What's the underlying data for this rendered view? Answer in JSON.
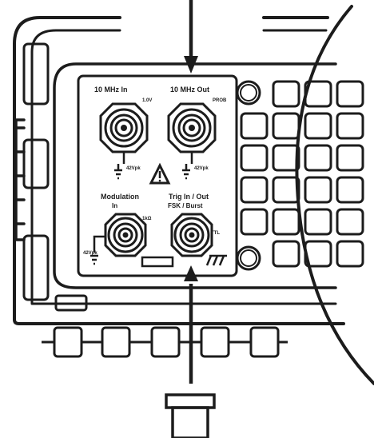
{
  "connectors": {
    "ref_in": {
      "label": "10 MHz In",
      "sub_right": "1.0V",
      "sub_bottom": "42Vpk"
    },
    "ref_out": {
      "label": "10 MHz Out",
      "sub_right": "PROB",
      "sub_bottom": "42Vpk"
    },
    "modulation_in": {
      "label_line1": "Modulation",
      "label_line2": "In",
      "sub_right": "1kΩ",
      "sub_bottom": "42Vpk"
    },
    "trig": {
      "label_line1": "Trig In / Out",
      "label_line2": "FSK / Burst",
      "sub_right": "TTL"
    }
  },
  "colors": {
    "ink": "#1c1c1c",
    "paper": "#ffffff"
  },
  "icons": [
    "warning-triangle-icon",
    "ground-icon",
    "chassis-ground-icon",
    "bnc-connector-icon",
    "arrow-icon"
  ]
}
